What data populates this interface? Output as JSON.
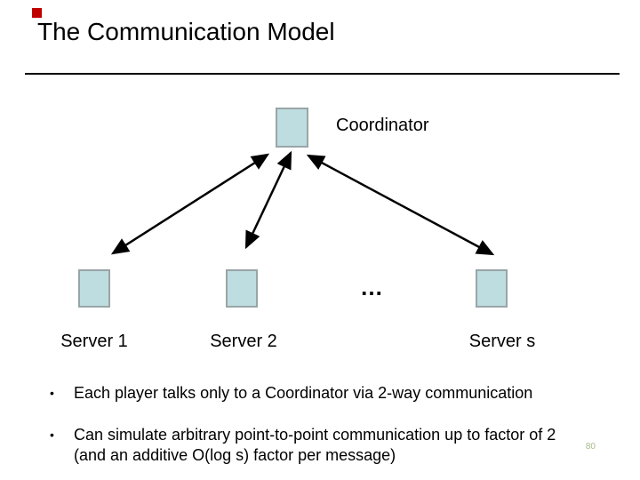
{
  "slide": {
    "title": "The Communication Model",
    "page_number": "80"
  },
  "diagram": {
    "coordinator_label": "Coordinator",
    "servers": [
      {
        "label": "Server 1"
      },
      {
        "label": "Server 2"
      },
      {
        "label": "Server s"
      }
    ],
    "ellipsis": "…",
    "box_fill_color": "#bedde0",
    "box_border_color": "#98a5a6",
    "arrow_color": "#000000",
    "arrows": "three two-way arrows between Coordinator and each server"
  },
  "bullets": [
    {
      "marker": "•",
      "lines": [
        "Each player talks only to a Coordinator via 2-way communication"
      ]
    },
    {
      "marker": "•",
      "lines": [
        "Can simulate arbitrary point-to-point communication up to factor of 2",
        "(and an additive O(log s) factor per message)"
      ]
    }
  ],
  "accents": {
    "corner_marker_color": "#c00000",
    "page_number_color": "#a9bb8e"
  }
}
